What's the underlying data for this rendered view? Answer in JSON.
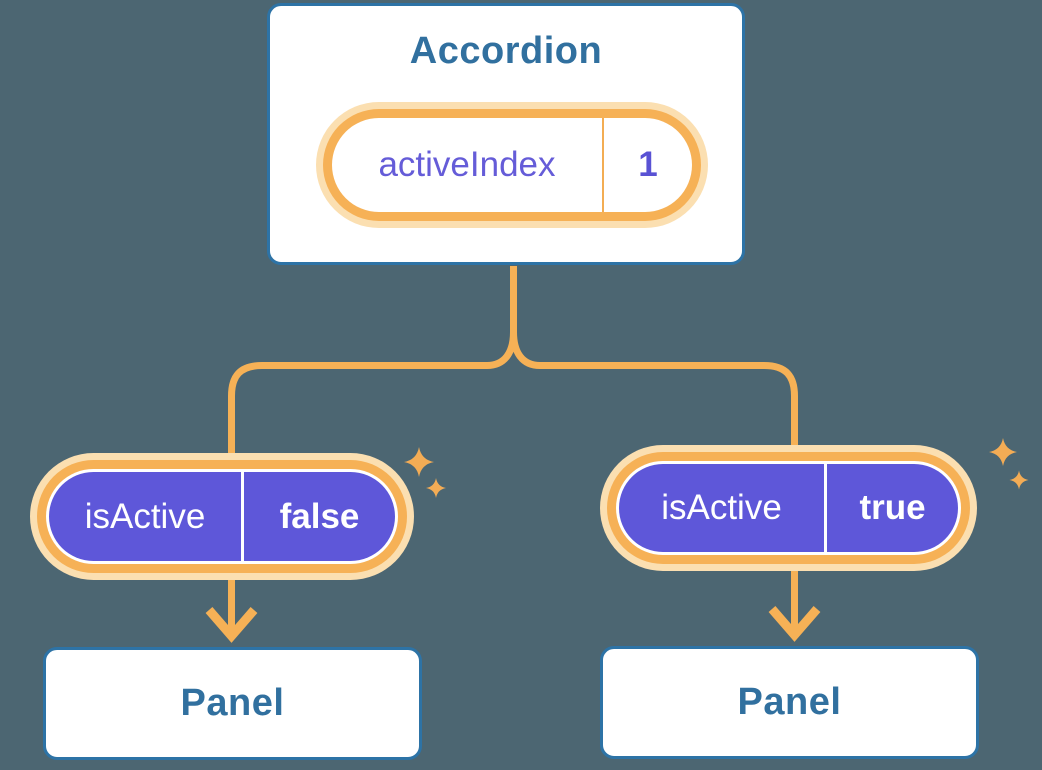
{
  "diagram_type": "react-state-tree",
  "colors": {
    "background": "#4c6672",
    "card_border_blue": "#2d73a6",
    "heading_blue": "#31709f",
    "orange_ring": "#f6b156",
    "cream_glow": "#fbdfb1",
    "sparkle_orange": "#f3ac55",
    "purple_fill": "#5e57d9",
    "purple_label_text": "#655cd8",
    "purple_value_text": "#5952d4",
    "white": "#ffffff"
  },
  "accordion_card": {
    "title": "Accordion",
    "state_pill": {
      "label": "activeIndex",
      "value": "1"
    }
  },
  "child_pills": [
    {
      "label": "isActive",
      "value": "false"
    },
    {
      "label": "isActive",
      "value": "true"
    }
  ],
  "panels": [
    {
      "title": "Panel"
    },
    {
      "title": "Panel"
    }
  ],
  "icons": [
    "sparkle-icon",
    "sparkle-icon",
    "sparkle-icon",
    "sparkle-icon",
    "sparkle-icon",
    "sparkle-icon"
  ]
}
